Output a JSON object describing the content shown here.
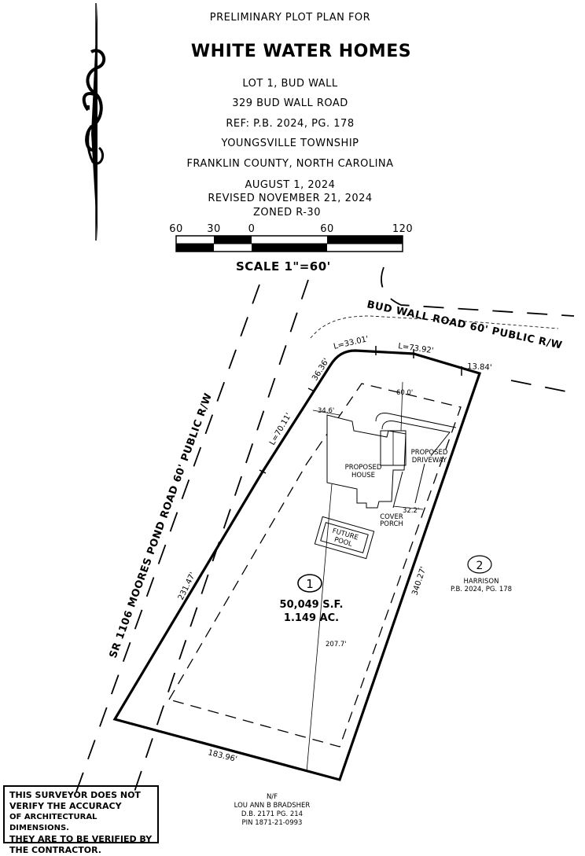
{
  "title": {
    "preliminary": "PRELIMINARY PLOT PLAN FOR",
    "company": "WHITE WATER HOMES",
    "lot": "LOT 1, BUD WALL",
    "address": "329 BUD WALL ROAD",
    "ref": "REF: P.B. 2024, PG. 178",
    "township": "YOUNGSVILLE TOWNSHIP",
    "county": "FRANKLIN COUNTY, NORTH CAROLINA",
    "date": "AUGUST 1, 2024",
    "revised": "REVISED NOVEMBER 21, 2024",
    "zoned": "ZONED R-30"
  },
  "scale_bar": {
    "ticks": [
      "60",
      "30",
      "0",
      "60",
      "120"
    ],
    "label": "SCALE  1\"=60'"
  },
  "roads": {
    "bud_wall": "BUD WALL ROAD 60' PUBLIC R/W",
    "moores_pond": "SR 1106 MOORES POND ROAD 60' PUBLIC R/W"
  },
  "dimensions": {
    "arc_33": "L=33.01'",
    "arc_73": "L=73.92'",
    "seg_13": "13.84'",
    "seg_36": "36.36'",
    "arc_70": "L=70.11'",
    "setback_60": "60.0'",
    "setback_34": "34.6'",
    "setback_32": "32.2'",
    "side_340": "340.27'",
    "side_231": "231.47'",
    "side_183": "183.96'",
    "depth_207": "207.7'"
  },
  "labels": {
    "house": [
      "PROPOSED",
      "HOUSE"
    ],
    "driveway": [
      "PROPOSED",
      "DRIVEWAY"
    ],
    "porch": [
      "COVER",
      "PORCH"
    ],
    "pool": [
      "FUTURE",
      "POOL"
    ]
  },
  "lot1": {
    "number": "1",
    "area_sf": "50,049 S.F.",
    "area_ac": "1.149 AC."
  },
  "lot2": {
    "number": "2",
    "owner": "HARRISON",
    "ref": "P.B. 2024, PG. 178"
  },
  "adjoiner": {
    "nf": "N/F",
    "name": "LOU ANN B BRADSHER",
    "db": "D.B. 2171 PG. 214",
    "pin": "PIN 1871-21-0993"
  },
  "disclaimer": {
    "lines": [
      "THIS SURVEYOR DOES NOT",
      "VERIFY THE ACCURACY",
      "OF ARCHITECTURAL DIMENSIONS.",
      "THEY ARE TO BE VERIFIED BY",
      "THE CONTRACTOR."
    ]
  }
}
